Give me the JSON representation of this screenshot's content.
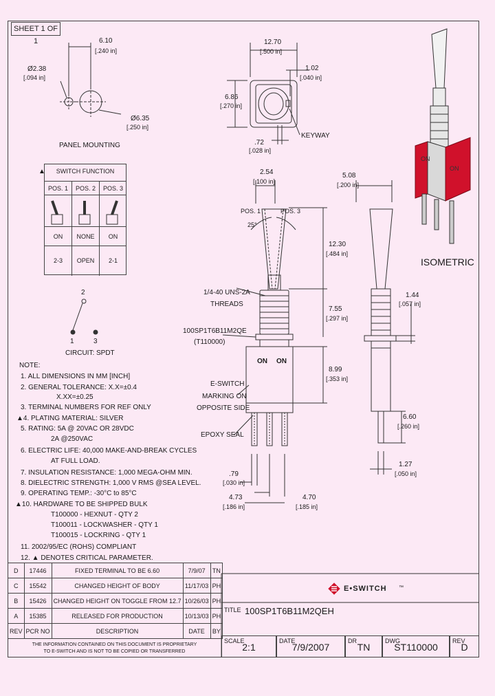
{
  "sheet": "SHEET 1 OF 1",
  "panel": {
    "label": "PANEL MOUNTING",
    "dim_width": "6.10",
    "dim_width_in": "[.240 in]",
    "dim_small": "Ø2.38",
    "dim_small_in": "[.094 in]",
    "dim_hole": "Ø6.35",
    "dim_hole_in": "[.250 in]"
  },
  "keyway": {
    "dim_top": "12.70",
    "dim_top_in": "[.500 in]",
    "dim_right": "1.02",
    "dim_right_in": "[.040 in]",
    "dim_left": "6.86",
    "dim_left_in": "[.270 in]",
    "dim_bottom": ".72",
    "dim_bottom_in": "[.028 in]",
    "label": "KEYWAY"
  },
  "switch_function": {
    "title": "SWITCH FUNCTION",
    "flag": "▲",
    "headers": [
      "POS. 1",
      "POS. 2",
      "POS. 3"
    ],
    "row1": [
      "ON",
      "NONE",
      "ON"
    ],
    "row2": [
      "2-3",
      "OPEN",
      "2-1"
    ]
  },
  "circuit": {
    "pin_top": "2",
    "pin_left": "1",
    "pin_right": "3",
    "label": "CIRCUIT: SPDT"
  },
  "notes": {
    "title": "NOTE:",
    "lines": [
      "1.  ALL DIMENSIONS IN MM [INCH]",
      "2.  GENERAL TOLERANCE: X.X=±0.4",
      "X.XX=±0.25",
      "3.  TERMINAL NUMBERS FOR REF ONLY",
      "▲4.  PLATING MATERIAL: SILVER",
      "5.  RATING: 5A @ 20VAC OR 28VDC",
      "2A @250VAC",
      "6.  ELECTRIC LIFE: 40,000 MAKE-AND-BREAK CYCLES",
      "AT FULL LOAD.",
      "7.  INSULATION RESISTANCE: 1,000 MEGA-OHM MIN.",
      "8.  DIELECTRIC STRENGTH: 1,000 V RMS @SEA LEVEL.",
      "9.  OPERATING TEMP.: -30°C to 85°C",
      "▲10.  HARDWARE TO BE SHIPPED BULK",
      "T100000 - HEXNUT - QTY 2",
      "T100011 - LOCKWASHER - QTY 1",
      "T100015 - LOCKRING - QTY 1",
      "11.  2002/95/EC (ROHS) COMPLIANT",
      "12.  ▲ DENOTES CRITICAL PARAMETER."
    ]
  },
  "front": {
    "pos1": "POS. 1",
    "pos3": "POS. 3",
    "angle": "25°",
    "dim_top": "2.54",
    "dim_top_in": "[.100 in]",
    "dim_h": "12.30",
    "dim_h_in": "[.484 in]",
    "dim_b": "7.55",
    "dim_b_in": "[.297 in]",
    "dim_body": "8.99",
    "dim_body_in": "[.353 in]",
    "threads": "1/4-40 UNS-2A",
    "threads2": "THREADS",
    "bushing": "100SP1T6B11M2QE",
    "bushing2": "(T110000)",
    "esw1": "E-SWITCH",
    "esw2": "MARKING ON",
    "esw3": "OPPOSITE SIDE",
    "epoxy": "EPOXY SEAL",
    "on1": "ON",
    "on2": "ON",
    "dim_79": ".79",
    "dim_79_in": "[.030 in]",
    "dim_473": "4.73",
    "dim_473_in": "[.186 in]",
    "dim_470": "4.70",
    "dim_470_in": "[.185 in]"
  },
  "side": {
    "dim_top": "5.08",
    "dim_top_in": "[.200 in]",
    "dim_144": "1.44",
    "dim_144_in": "[.057 in]",
    "dim_660": "6.60",
    "dim_660_in": "[.260 in]",
    "dim_127": "1.27",
    "dim_127_in": "[.050 in]"
  },
  "isometric": {
    "label": "ISOMETRIC",
    "mark1": "ON",
    "mark2": "ON"
  },
  "revisions": [
    {
      "rev": "D",
      "pcr": "17446",
      "desc": "FIXED TERMINAL TO BE 6.60",
      "date": "7/9/07",
      "by": "TN"
    },
    {
      "rev": "C",
      "pcr": "15542",
      "desc": "CHANGED HEIGHT OF BODY",
      "date": "11/17/03",
      "by": "PH"
    },
    {
      "rev": "B",
      "pcr": "15426",
      "desc": "CHANGED HEIGHT ON TOGGLE FROM 12.7",
      "date": "10/26/03",
      "by": "PH"
    },
    {
      "rev": "A",
      "pcr": "15385",
      "desc": "RELEASED FOR PRODUCTION",
      "date": "10/13/03",
      "by": "PH"
    }
  ],
  "rev_headers": {
    "rev": "REV",
    "pcr": "PCR NO",
    "desc": "DESCRIPTION",
    "date": "DATE",
    "by": "BY"
  },
  "disclaimer1": "THE INFORMATION CONTAINED ON THIS DOCUMENT IS PROPRIETARY",
  "disclaimer2": "TO E-SWITCH AND IS NOT TO BE COPIED OR TRANSFERRED",
  "brand": "E•SWITCH",
  "brand_tm": "™",
  "brand_color": "#d0112b",
  "title_block": {
    "title_label": "TITLE",
    "title": "100SP1T6B11M2QEH",
    "scale_label": "SCALE",
    "scale": "2:1",
    "date_label": "DATE",
    "date": "7/9/2007",
    "dr_label": "DR",
    "dr": "TN",
    "dwg_label": "DWG",
    "dwg": "ST110000",
    "rev_label": "REV",
    "rev": "D"
  }
}
